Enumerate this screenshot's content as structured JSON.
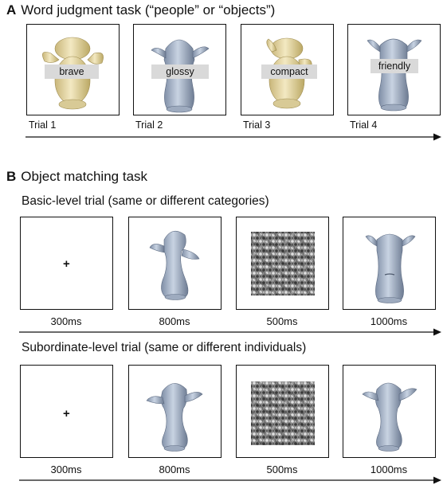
{
  "panel_a": {
    "letter": "A",
    "title": "Word judgment task (“people” or “objects”)",
    "trials": [
      {
        "label": "Trial 1",
        "word": "brave",
        "object": "yellow-object"
      },
      {
        "label": "Trial 2",
        "word": "glossy",
        "object": "blue-object"
      },
      {
        "label": "Trial 3",
        "word": "compact",
        "object": "yellow-object"
      },
      {
        "label": "Trial 4",
        "word": "friendly",
        "object": "blue-object"
      }
    ]
  },
  "panel_b": {
    "letter": "B",
    "title": "Object matching task",
    "basic": {
      "heading": "Basic-level trial (same or different categories)",
      "steps": [
        {
          "duration": "300ms",
          "content": "fixation",
          "symbol": "+"
        },
        {
          "duration": "800ms",
          "content": "blue-object"
        },
        {
          "duration": "500ms",
          "content": "noise-mask"
        },
        {
          "duration": "1000ms",
          "content": "blue-object"
        }
      ]
    },
    "subordinate": {
      "heading": "Subordinate-level trial (same or different individuals)",
      "steps": [
        {
          "duration": "300ms",
          "content": "fixation",
          "symbol": "+"
        },
        {
          "duration": "800ms",
          "content": "blue-object"
        },
        {
          "duration": "500ms",
          "content": "noise-mask"
        },
        {
          "duration": "1000ms",
          "content": "blue-object"
        }
      ]
    }
  },
  "colors": {
    "yellow_object": "#e8dcaa",
    "blue_object": "#aab8cc",
    "word_box": "#d9d9d9",
    "arrow": "#111111"
  }
}
